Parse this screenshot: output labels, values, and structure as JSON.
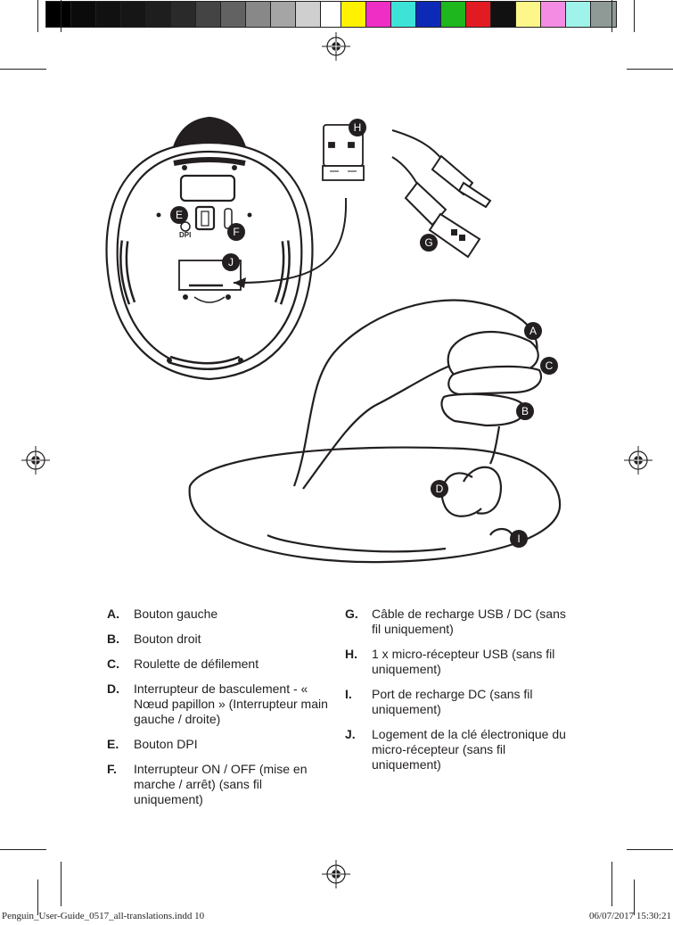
{
  "color_bar": {
    "gray_swatches": [
      "#000000",
      "#0b0b0b",
      "#111111",
      "#161616",
      "#1e1e1e",
      "#2a2a2a",
      "#444444",
      "#626262",
      "#888888",
      "#a5a5a5",
      "#cfcfcf",
      "#ffffff"
    ],
    "color_swatches": [
      "#fff200",
      "#ee2ec4",
      "#3ee3d8",
      "#0d2ab7",
      "#1eb71e",
      "#e21b22",
      "#111111",
      "#fdf78a",
      "#f48ce4",
      "#9ff3ea",
      "#8f9a96"
    ]
  },
  "callouts": {
    "A": "A",
    "B": "B",
    "C": "C",
    "D": "D",
    "E": "E",
    "F": "F",
    "G": "G",
    "H": "H",
    "I": "I",
    "J": "J",
    "dpi_label": "DPI"
  },
  "legend": {
    "left": [
      {
        "letter": "A.",
        "text": "Bouton gauche"
      },
      {
        "letter": "B.",
        "text": "Bouton droit"
      },
      {
        "letter": "C.",
        "text": "Roulette de défilement"
      },
      {
        "letter": "D.",
        "text": "Interrupteur de basculement - « Nœud papillon » (Interrupteur main gauche / droite)"
      },
      {
        "letter": "E.",
        "text": "Bouton DPI"
      },
      {
        "letter": "F.",
        "text": "Interrupteur ON / OFF (mise en marche / arrêt) (sans fil uniquement)"
      }
    ],
    "right": [
      {
        "letter": "G.",
        "text": "Câble de recharge USB / DC (sans fil uniquement)"
      },
      {
        "letter": "H.",
        "text": "1 x micro-récepteur USB (sans fil uniquement)"
      },
      {
        "letter": "I.",
        "text": "Port de recharge DC (sans fil uniquement)"
      },
      {
        "letter": "J.",
        "text": "Logement de la clé électronique du micro-récepteur (sans fil uniquement)"
      }
    ]
  },
  "slug": {
    "file": "Penguin_User-Guide_0517_all-translations.indd   10",
    "datetime": "06/07/2017   15:30:21"
  }
}
